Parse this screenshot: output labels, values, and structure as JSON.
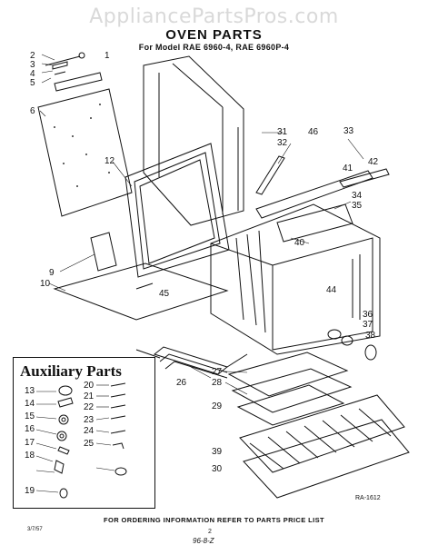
{
  "watermark": "AppliancePartsPros.com",
  "title": "OVEN PARTS",
  "subtitle": "For Model RAE 6960-4, RAE 6960P-4",
  "auxiliary_title": "Auxiliary Parts",
  "footer": "FOR ORDERING INFORMATION REFER TO PARTS PRICE LIST",
  "diagram_ref": "RA-1612",
  "doc_code": "3/7/57",
  "page_number": "2",
  "handwritten_note": "96-8-Z",
  "main_callouts": [
    "1",
    "2",
    "3",
    "4",
    "5",
    "6",
    "9",
    "10",
    "12",
    "26",
    "27",
    "28",
    "29",
    "30",
    "31",
    "32",
    "33",
    "34",
    "35",
    "36",
    "37",
    "38",
    "39",
    "40",
    "41",
    "42",
    "44",
    "45",
    "46"
  ],
  "aux_callouts": [
    "13",
    "14",
    "15",
    "16",
    "17",
    "18",
    "19",
    "20",
    "21",
    "22",
    "23",
    "24",
    "25"
  ]
}
